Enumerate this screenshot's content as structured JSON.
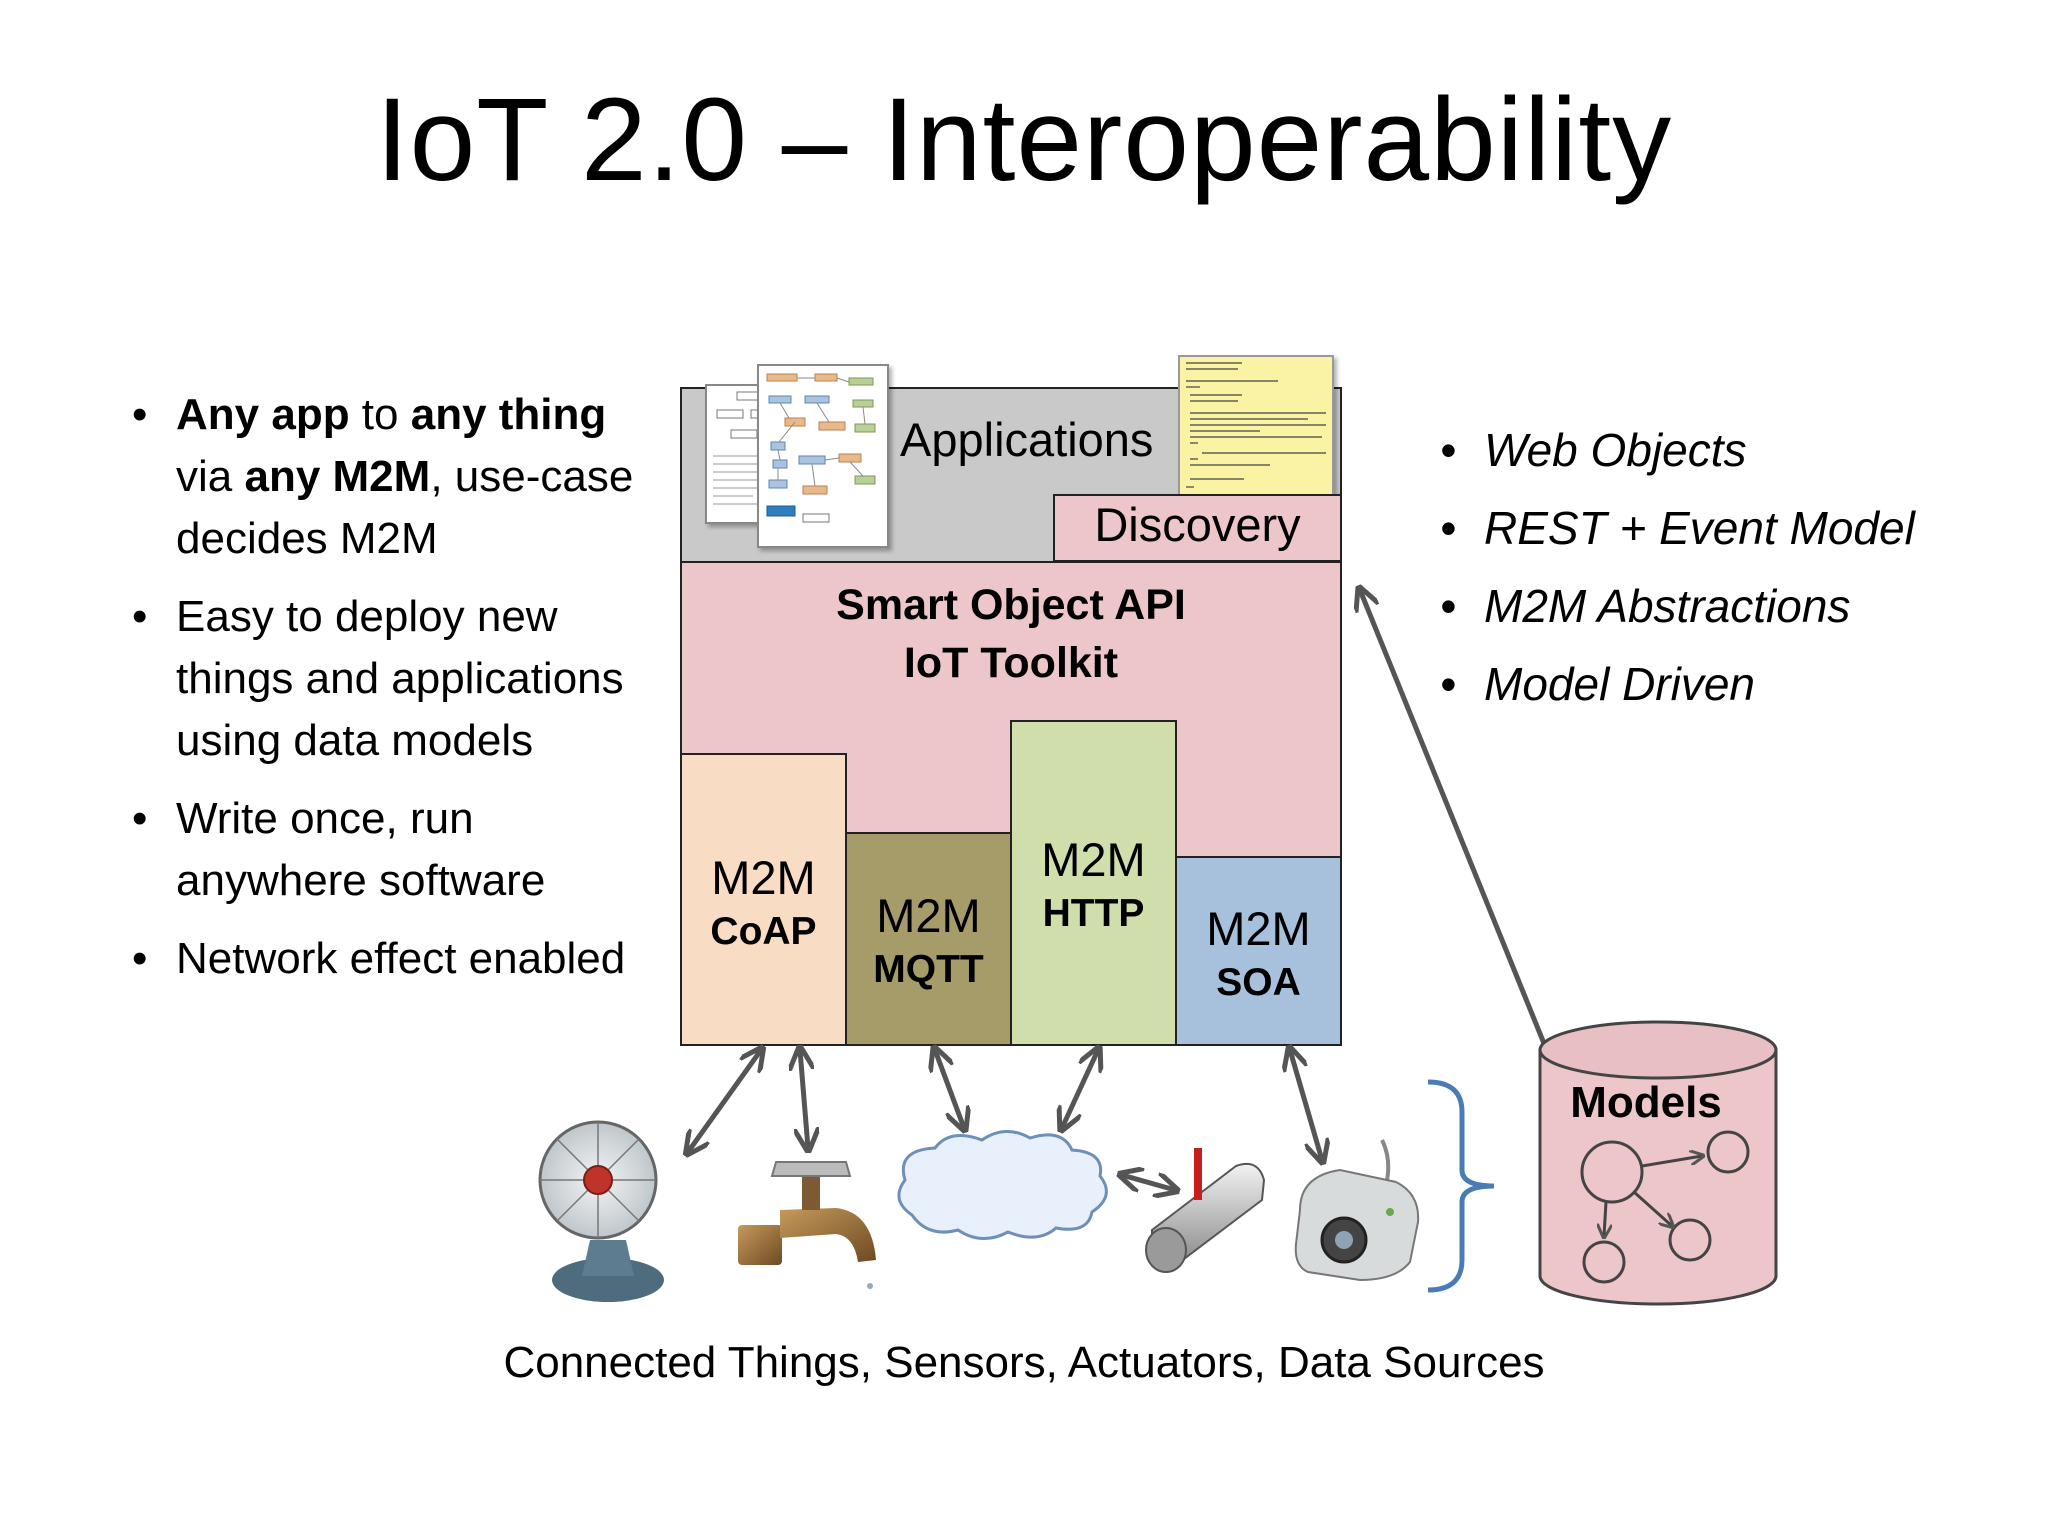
{
  "slide": {
    "title": "IoT 2.0 – Interoperability",
    "caption": "Connected Things, Sensors, Actuators, Data Sources"
  },
  "left_bullets": [
    {
      "segments": [
        {
          "text": "Any app",
          "bold": true
        },
        {
          "text": " to ",
          "bold": false
        },
        {
          "text": "any thing",
          "bold": true
        },
        {
          "text": " via ",
          "bold": false
        },
        {
          "text": "any M2M",
          "bold": true
        },
        {
          "text": ", use-case decides M2M",
          "bold": false
        }
      ]
    },
    {
      "segments": [
        {
          "text": "Easy to deploy new things and applications using data models",
          "bold": false
        }
      ]
    },
    {
      "segments": [
        {
          "text": "Write once, run anywhere software",
          "bold": false
        }
      ]
    },
    {
      "segments": [
        {
          "text": "Network effect enabled",
          "bold": false
        }
      ]
    }
  ],
  "right_bullets": [
    "Web Objects",
    "REST + Event Model",
    "M2M Abstractions",
    "Model Driven"
  ],
  "stack": {
    "applications": "Applications",
    "discovery": "Discovery",
    "api_line1": "Smart Object API",
    "api_line2": "IoT Toolkit"
  },
  "m2m_blocks": {
    "coap": {
      "top": "M2M",
      "bottom": "CoAP"
    },
    "mqtt": {
      "top": "M2M",
      "bottom": "MQTT"
    },
    "http": {
      "top": "M2M",
      "bottom": "HTTP"
    },
    "soa": {
      "top": "M2M",
      "bottom": "SOA"
    }
  },
  "models": {
    "label": "Models"
  },
  "things": [
    "fan-icon",
    "faucet-icon",
    "cloud-icon",
    "mailbox-icon",
    "webcam-icon"
  ],
  "colors": {
    "applications_bg": "#c9c9c9",
    "api_bg": "#ecc6c8",
    "coap_bg": "#f8dcc4",
    "mqtt_bg": "#a59c6a",
    "http_bg": "#d0deac",
    "soa_bg": "#a7c1dc",
    "models_bg": "#ecc6c8",
    "bracket": "#4a7bb5",
    "arrow": "#555555"
  }
}
